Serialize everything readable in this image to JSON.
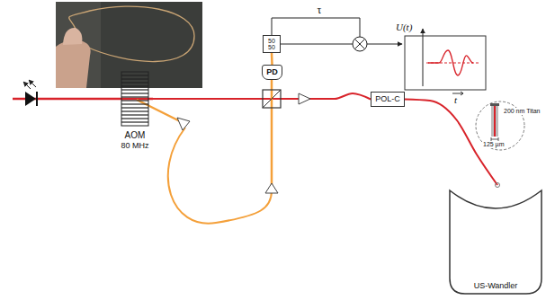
{
  "diagram": {
    "nodes": [
      {
        "text": [
          "50",
          "50"
        ]
      },
      {
        "text": [
          "PD"
        ]
      },
      {
        "text": [
          "AOM",
          "80 MHz"
        ]
      },
      {
        "text": [
          "POL-C"
        ]
      },
      {
        "text": [
          "US-Wandler"
        ]
      }
    ],
    "edges": [
      {
        "from": 1,
        "to": 0,
        "arrow": "none"
      },
      {
        "from": 2,
        "to": 3,
        "arrow": "none"
      },
      {
        "from": 3,
        "to": 4,
        "arrow": "none"
      }
    ],
    "labels": [
      "τ",
      "U(t)",
      "t",
      "200 nm Titan",
      "125 µm"
    ]
  }
}
